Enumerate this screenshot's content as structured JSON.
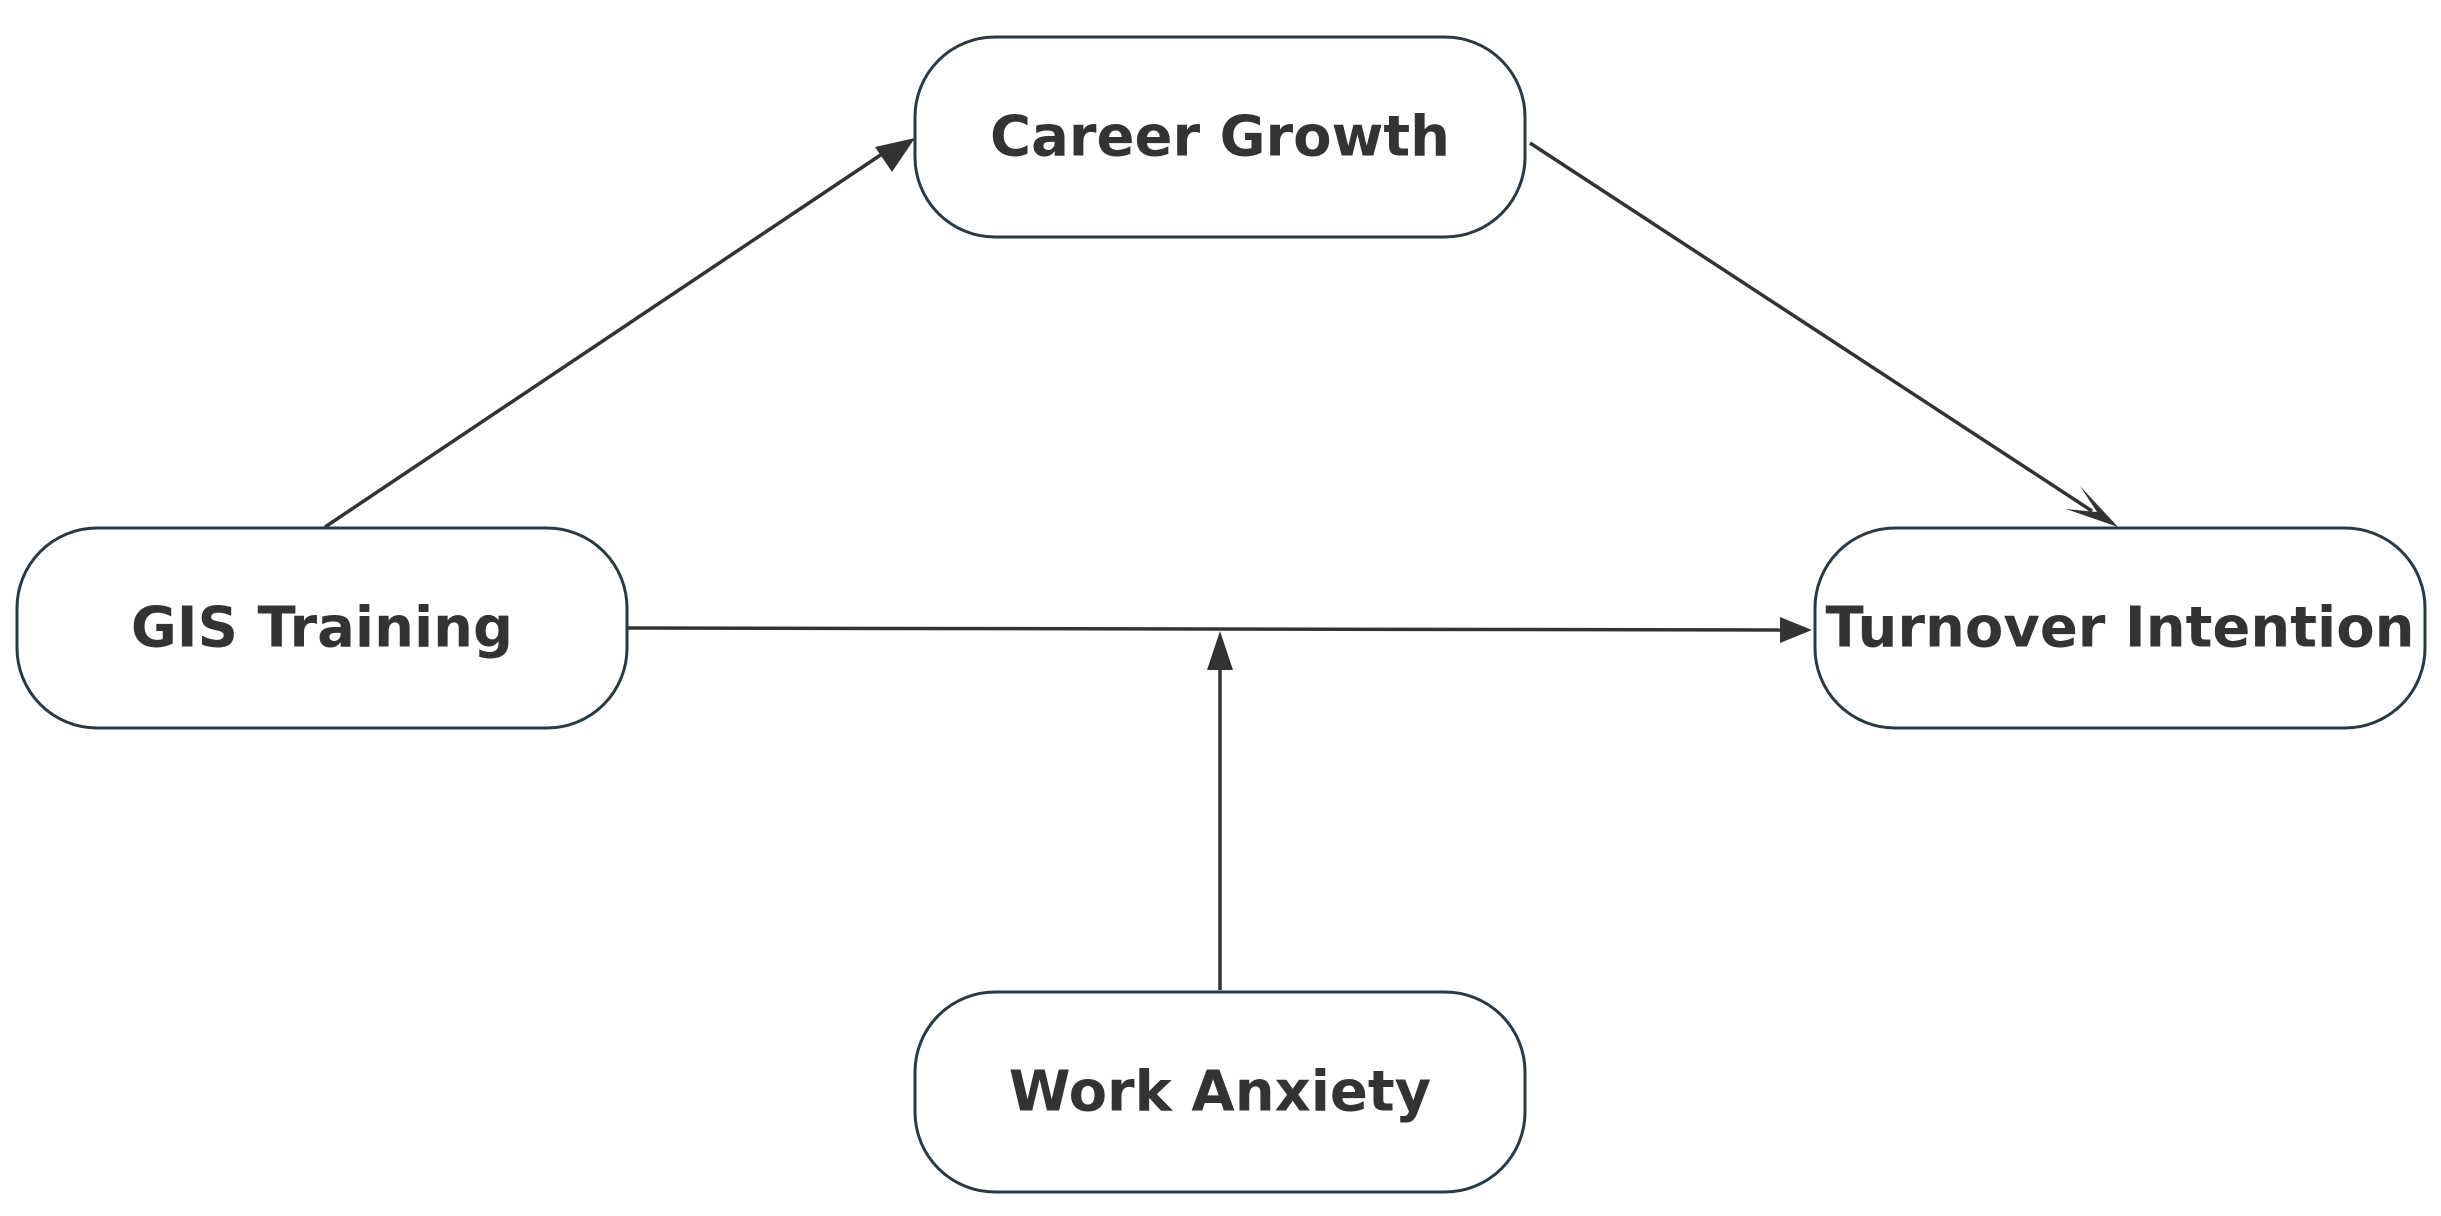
{
  "diagram": {
    "nodes": {
      "career_growth": {
        "label": "Career Growth"
      },
      "gis_training": {
        "label": "GIS Training"
      },
      "turnover_intention": {
        "label": "Turnover Intention"
      },
      "work_anxiety": {
        "label": "Work Anxiety"
      }
    },
    "edges": [
      {
        "from": "GIS Training",
        "to": "Career Growth"
      },
      {
        "from": "Career Growth",
        "to": "Turnover Intention"
      },
      {
        "from": "GIS Training",
        "to": "Turnover Intention"
      },
      {
        "from": "Work Anxiety",
        "to": "GIS Training → Turnover Intention"
      }
    ],
    "colors": {
      "stroke": "#2b3a42",
      "text": "#333333",
      "background": "#ffffff"
    }
  }
}
